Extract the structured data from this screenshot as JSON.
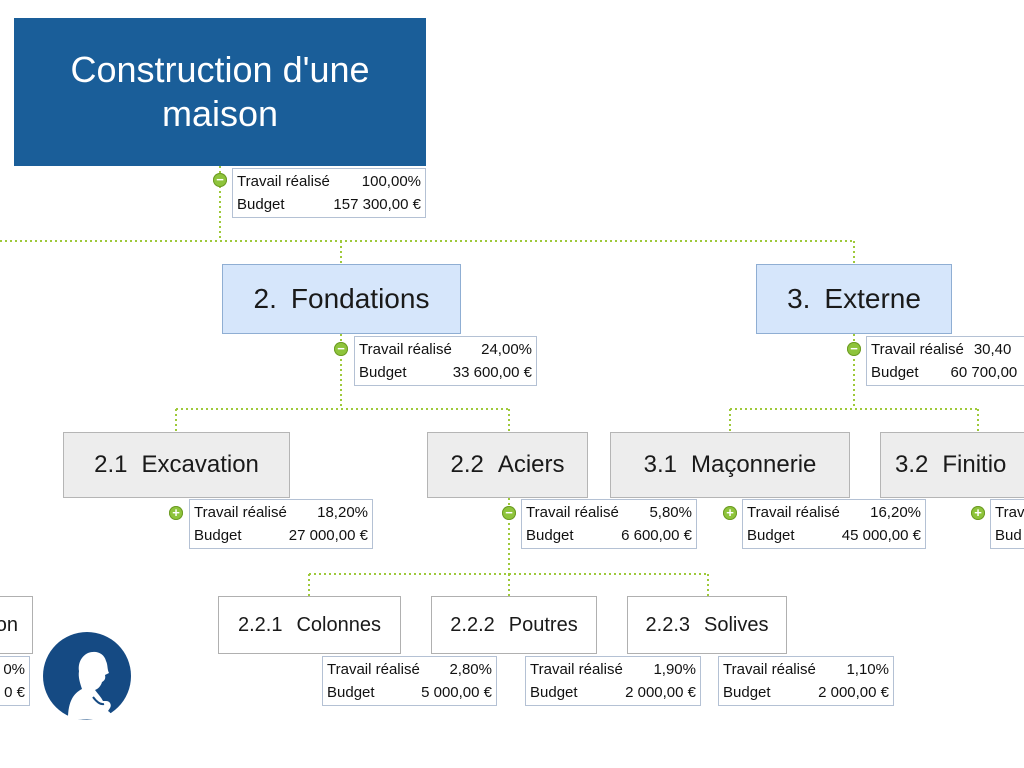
{
  "colors": {
    "connector": "#9ec93a",
    "root_fill": "#1a5e99",
    "level1_fill": "#d6e6fb",
    "level2_fill": "#ededed",
    "toggle": "#8ec43b"
  },
  "labels": {
    "work": "Travail réalisé",
    "budget": "Budget"
  },
  "root": {
    "title_line1": "Construction d'une",
    "title_line2": "maison",
    "work": "100,00%",
    "budget": "157 300,00 €",
    "toggle": "−"
  },
  "fondations": {
    "number": "2.",
    "name": "Fondations",
    "work": "24,00%",
    "budget": "33 600,00 €",
    "toggle": "−"
  },
  "externe": {
    "number": "3.",
    "name": "Externe",
    "work": "30,40",
    "budget": "60 700,00",
    "toggle": "−"
  },
  "excavation": {
    "number": "2.1",
    "name": "Excavation",
    "work": "18,20%",
    "budget": "27 000,00 €",
    "toggle": "+"
  },
  "aciers": {
    "number": "2.2",
    "name": "Aciers",
    "work": "5,80%",
    "budget": "6 600,00 €",
    "toggle": "−"
  },
  "maconnerie": {
    "number": "3.1",
    "name": "Maçonnerie",
    "work": "16,20%",
    "budget": "45 000,00 €",
    "toggle": "+"
  },
  "finitions": {
    "number": "3.2",
    "name": "Finitio",
    "work_label_partial": "Trav",
    "budget_label_partial": "Bud",
    "toggle": "+"
  },
  "colonnes": {
    "number": "2.2.1",
    "name": "Colonnes",
    "work": "2,80%",
    "budget": "5 000,00 €"
  },
  "poutres": {
    "number": "2.2.2",
    "name": "Poutres",
    "work": "1,90%",
    "budget": "2 000,00 €"
  },
  "solives": {
    "number": "2.2.3",
    "name": "Solives",
    "work": "1,10%",
    "budget": "2 000,00 €"
  },
  "left_partial": {
    "name_tail": "on",
    "work_tail": "0%",
    "budget_tail": "0 €"
  },
  "logo_icon": "thinking-person-silhouette"
}
